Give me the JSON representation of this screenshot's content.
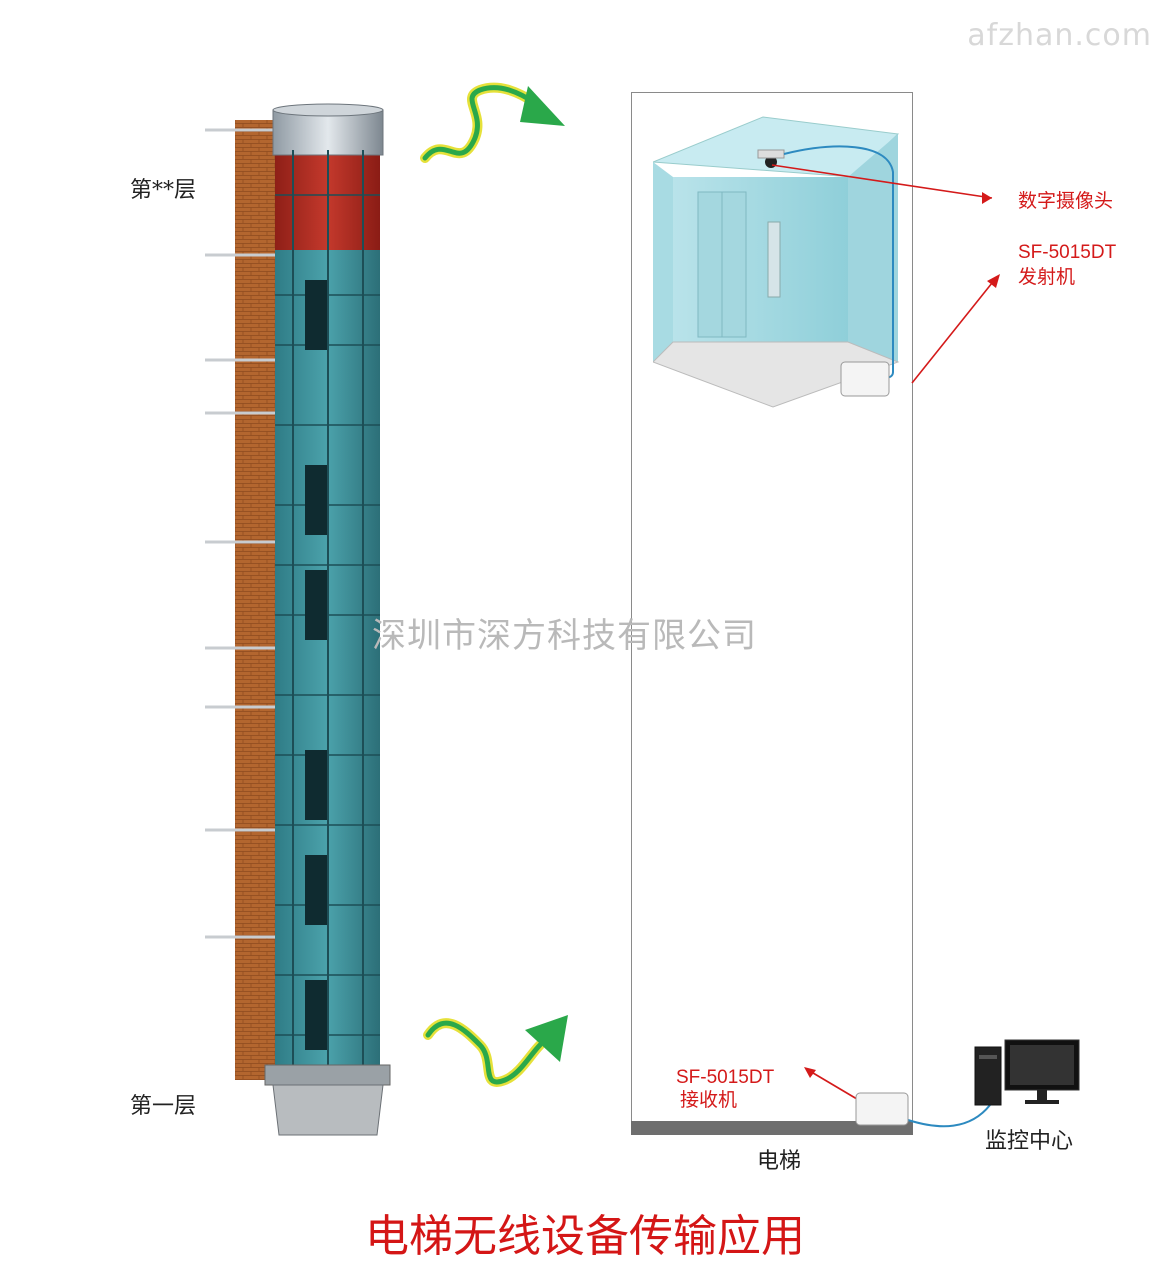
{
  "watermark": "afzhan.com",
  "left_building": {
    "top_floor_label": "第**层",
    "bottom_floor_label": "第一层"
  },
  "center_watermark": "深圳市深方科技有限公司",
  "labels": {
    "camera": "数字摄像头",
    "transmitter_model": "SF-5015DT",
    "transmitter_name": "发射机",
    "receiver_model": "SF-5015DT",
    "receiver_name": "接收机"
  },
  "captions": {
    "elevator": "电梯",
    "monitor_center": "监控中心"
  },
  "title": "电梯无线设备传输应用",
  "colors": {
    "brick": "#b3662f",
    "glass_teal": "#3f8f98",
    "red_top": "#b5291f",
    "arrow_green": "#2aa84a",
    "label_red": "#d41a1a",
    "cable_blue": "#2d8ac0"
  }
}
